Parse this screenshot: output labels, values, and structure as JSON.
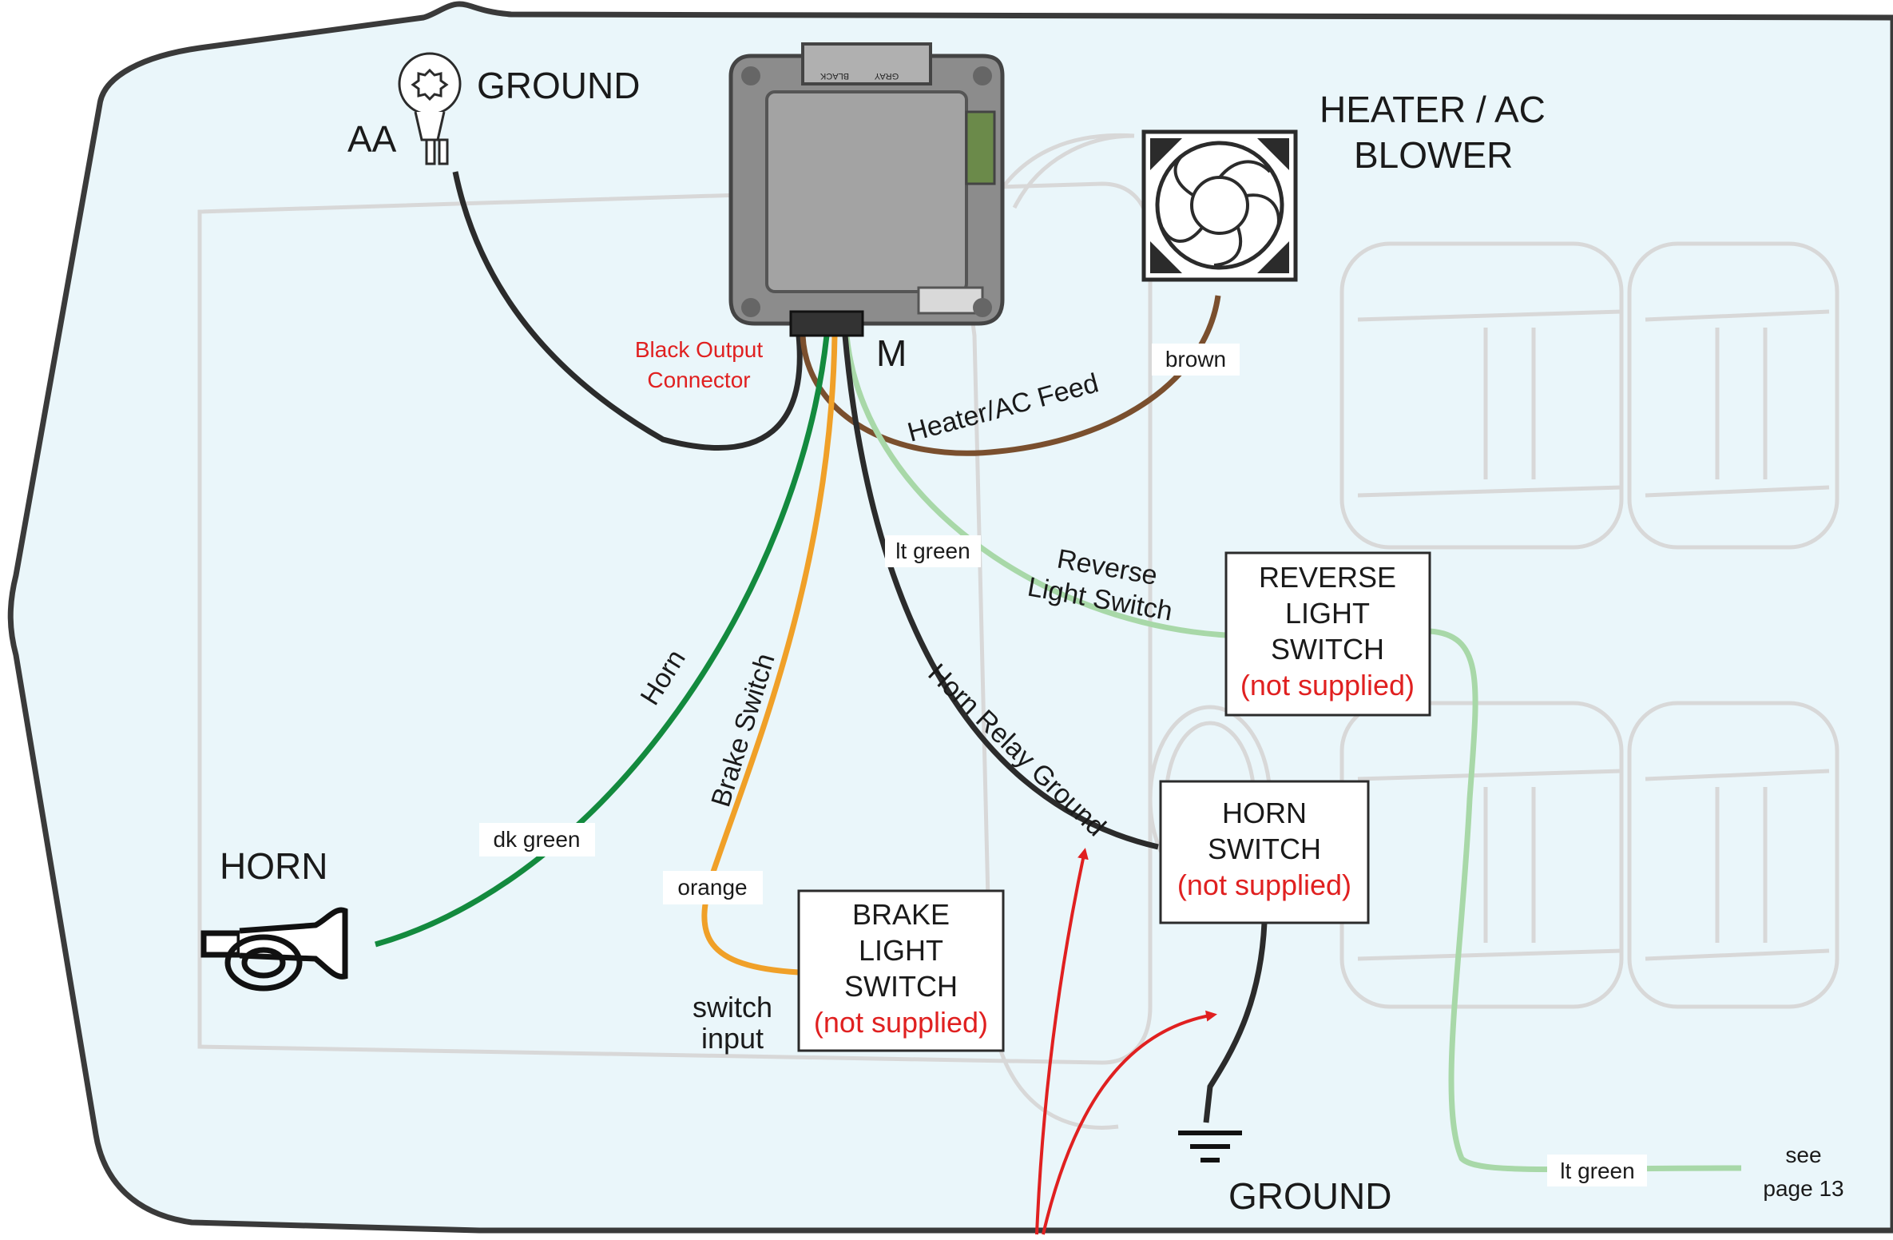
{
  "labels": {
    "ground_top": "GROUND",
    "aa": "AA",
    "heater_line1": "HEATER / AC",
    "heater_line2": "BLOWER",
    "black_output_line1": "Black Output",
    "black_output_line2": "Connector",
    "m": "M",
    "horn": "HORN",
    "ground_bottom": "GROUND",
    "switch_input_line1": "switch",
    "switch_input_line2": "input",
    "see_line1": "see",
    "see_line2": "page 13",
    "module_black": "BLACK",
    "module_gray": "GRAY"
  },
  "wires": {
    "brown_color_label": "brown",
    "heater_feed": "Heater/AC Feed",
    "lt_green_label": "lt green",
    "reverse_line1": "Reverse",
    "reverse_line2": "Light Switch",
    "horn_relay_ground": "Horn Relay Ground",
    "horn_wire": "Horn",
    "brake_switch": "Brake Switch",
    "dk_green_label": "dk green",
    "orange_label": "orange",
    "lt_green_label_bottom": "lt green"
  },
  "boxes": {
    "reverse": {
      "line1": "REVERSE",
      "line2": "LIGHT",
      "line3": "SWITCH",
      "note": "(not supplied)"
    },
    "horn_switch": {
      "line1": "HORN",
      "line2": "SWITCH",
      "note": "(not supplied)"
    },
    "brake": {
      "line1": "BRAKE",
      "line2": "LIGHT",
      "line3": "SWITCH",
      "note": "(not supplied)"
    }
  },
  "colors": {
    "background_fill": "#eaf6fa",
    "outline": "#3a3a3a",
    "interior_lines": "#d8d8d8",
    "wire_black": "#2b2b2b",
    "wire_brown": "#7a4f2e",
    "wire_dk_green": "#138a3e",
    "wire_lt_green": "#a8d8a8",
    "wire_orange": "#f0a028",
    "arrow_red": "#e02020",
    "note_red": "#e02020"
  },
  "icons": {
    "ground_terminal": "ring-terminal-icon",
    "blower": "fan-icon",
    "horn": "horn-icon",
    "ground_symbol": "ground-symbol-icon",
    "module": "relay-module-icon"
  }
}
